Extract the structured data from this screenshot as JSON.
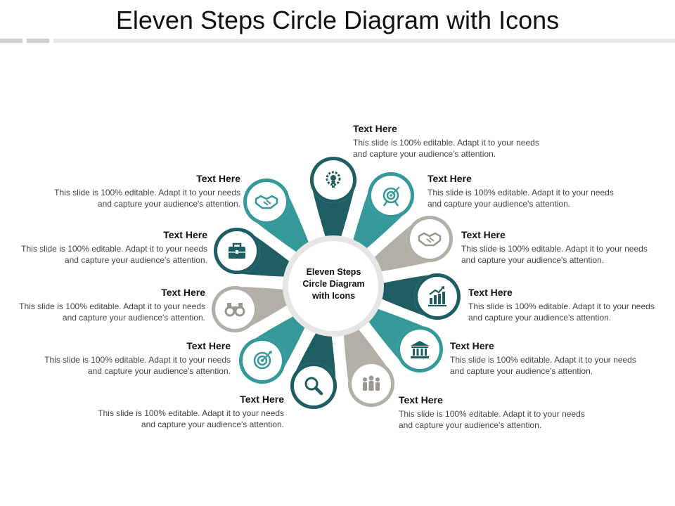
{
  "title": "Eleven Steps Circle Diagram with Icons",
  "center": {
    "line1": "Eleven Steps",
    "line2": "Circle Diagram",
    "line3": "with Icons"
  },
  "colors": {
    "dark_teal": "#1e5e62",
    "teal": "#35999a",
    "gray": "#b2b0a6",
    "center_ring": "#e6e6e6"
  },
  "steps": [
    {
      "heading": "Text Here",
      "description": "This slide is 100% editable. Adapt it to your needs and capture your audience's attention.",
      "icon": "lightbulb-gear-icon",
      "color": "#1e5e62"
    },
    {
      "heading": "Text Here",
      "description": "This slide is 100% editable. Adapt it to your needs and capture your audience's attention.",
      "icon": "target-icon",
      "color": "#35999a"
    },
    {
      "heading": "Text Here",
      "description": "This slide is 100% editable. Adapt it to your needs and capture your audience's attention.",
      "icon": "handshake-icon",
      "color": "#b2b0a6"
    },
    {
      "heading": "Text Here",
      "description": "This slide is 100% editable. Adapt it to your needs and capture your audience's attention.",
      "icon": "growth-chart-icon",
      "color": "#1e5e62"
    },
    {
      "heading": "Text Here",
      "description": "This slide is 100% editable. Adapt it to your needs and capture your audience's attention.",
      "icon": "bank-icon",
      "color": "#35999a"
    },
    {
      "heading": "Text Here",
      "description": "This slide is 100% editable. Adapt it to your needs and capture your audience's attention.",
      "icon": "team-icon",
      "color": "#b2b0a6"
    },
    {
      "heading": "Text Here",
      "description": "This slide is 100% editable. Adapt it to your needs and capture your audience's attention.",
      "icon": "magnifier-icon",
      "color": "#1e5e62"
    },
    {
      "heading": "Text Here",
      "description": "This slide is 100% editable. Adapt it to your needs and capture your audience's attention.",
      "icon": "bullseye-icon",
      "color": "#35999a"
    },
    {
      "heading": "Text Here",
      "description": "This slide is 100% editable. Adapt it to your needs and capture your audience's attention.",
      "icon": "binoculars-icon",
      "color": "#b2b0a6"
    },
    {
      "heading": "Text Here",
      "description": "This slide is 100% editable. Adapt it to your needs and capture your audience's attention.",
      "icon": "briefcase-icon",
      "color": "#1e5e62"
    },
    {
      "heading": "Text Here",
      "description": "This slide is 100% editable. Adapt it to your needs and capture your audience's attention.",
      "icon": "handshake-icon",
      "color": "#35999a"
    }
  ]
}
